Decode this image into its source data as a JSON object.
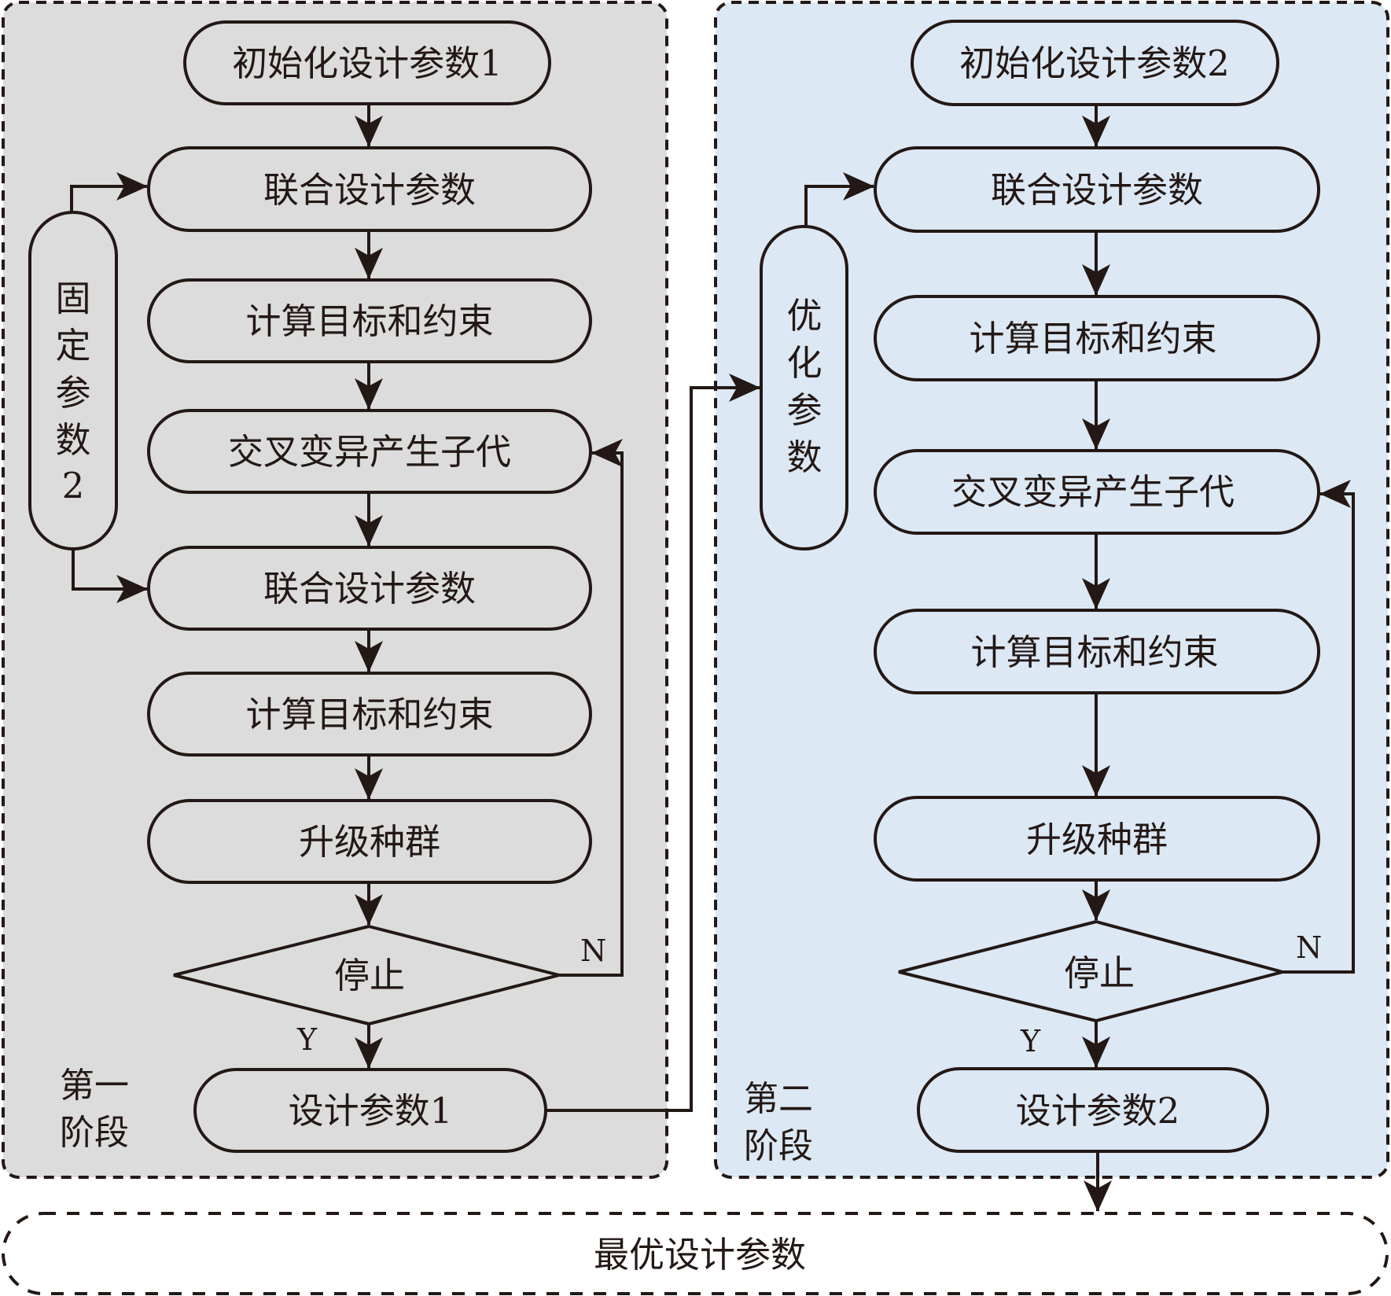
{
  "diagram": {
    "colors": {
      "stage1_fill": "#dcdcdc",
      "stage2_fill": "#dce8f4",
      "line": "#231815"
    },
    "stage1": {
      "label_line1": "第一",
      "label_line2": "阶段",
      "side_node": [
        "固",
        "定",
        "参",
        "数",
        "2"
      ],
      "nodes": {
        "init": "初始化设计参数1",
        "combine_a": "联合设计参数",
        "compute_a": "计算目标和约束",
        "crossover": "交叉变异产生子代",
        "combine_b": "联合设计参数",
        "compute_b": "计算目标和约束",
        "update": "升级种群",
        "stop": "停止",
        "result": "设计参数1"
      },
      "yes_label": "Y",
      "no_label": "N"
    },
    "stage2": {
      "label_line1": "第二",
      "label_line2": "阶段",
      "side_node": [
        "优",
        "化",
        "参",
        "数"
      ],
      "nodes": {
        "init": "初始化设计参数2",
        "combine": "联合设计参数",
        "compute_a": "计算目标和约束",
        "crossover": "交叉变异产生子代",
        "compute_b": "计算目标和约束",
        "update": "升级种群",
        "stop": "停止",
        "result": "设计参数2"
      },
      "yes_label": "Y",
      "no_label": "N"
    },
    "output": "最优设计参数"
  }
}
